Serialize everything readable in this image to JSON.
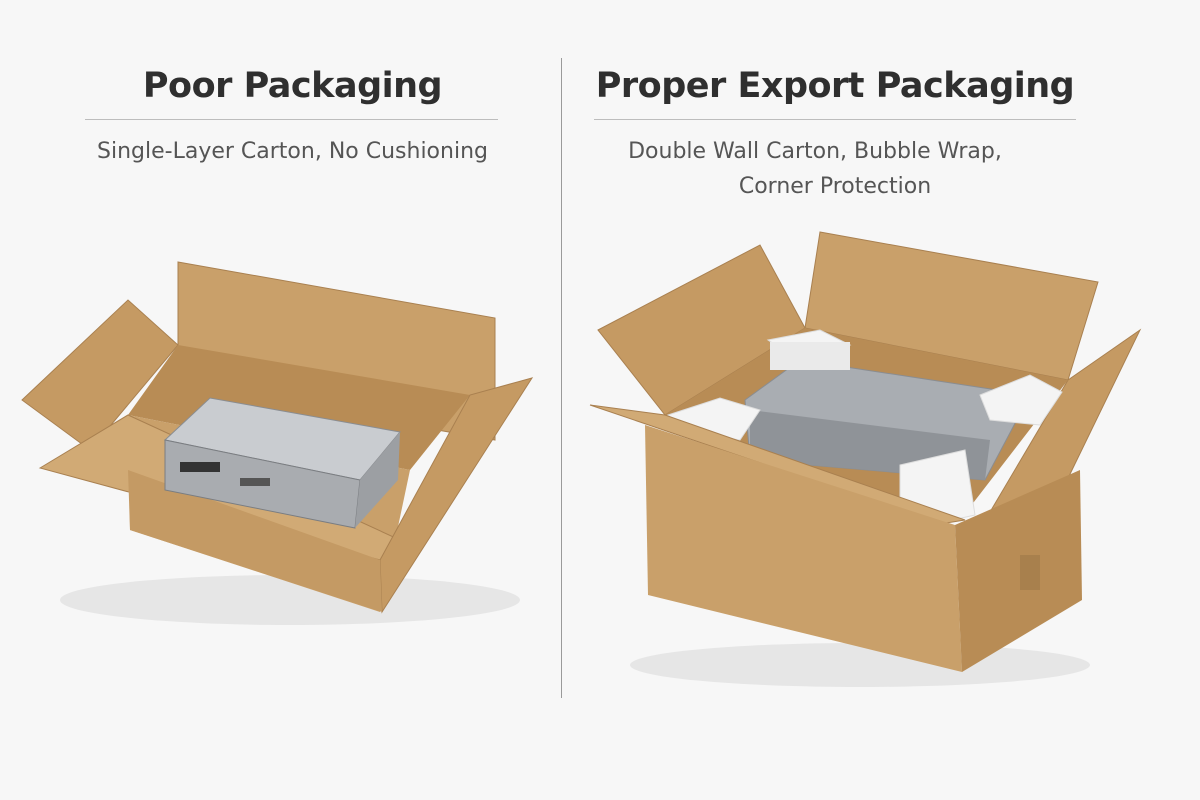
{
  "left": {
    "title": "Poor Packaging",
    "subtitle": "Single-Layer Carton, No Cushioning"
  },
  "right": {
    "title": "Proper Export Packaging",
    "subtitle_line1": "Double Wall Carton, Bubble Wrap,",
    "subtitle_line2": "Corner Protection"
  },
  "colors": {
    "cardboard": "#c9a06a",
    "cardboard_dark": "#b48852",
    "foam": "#f4f4f4",
    "device": "#b9bcc0"
  }
}
